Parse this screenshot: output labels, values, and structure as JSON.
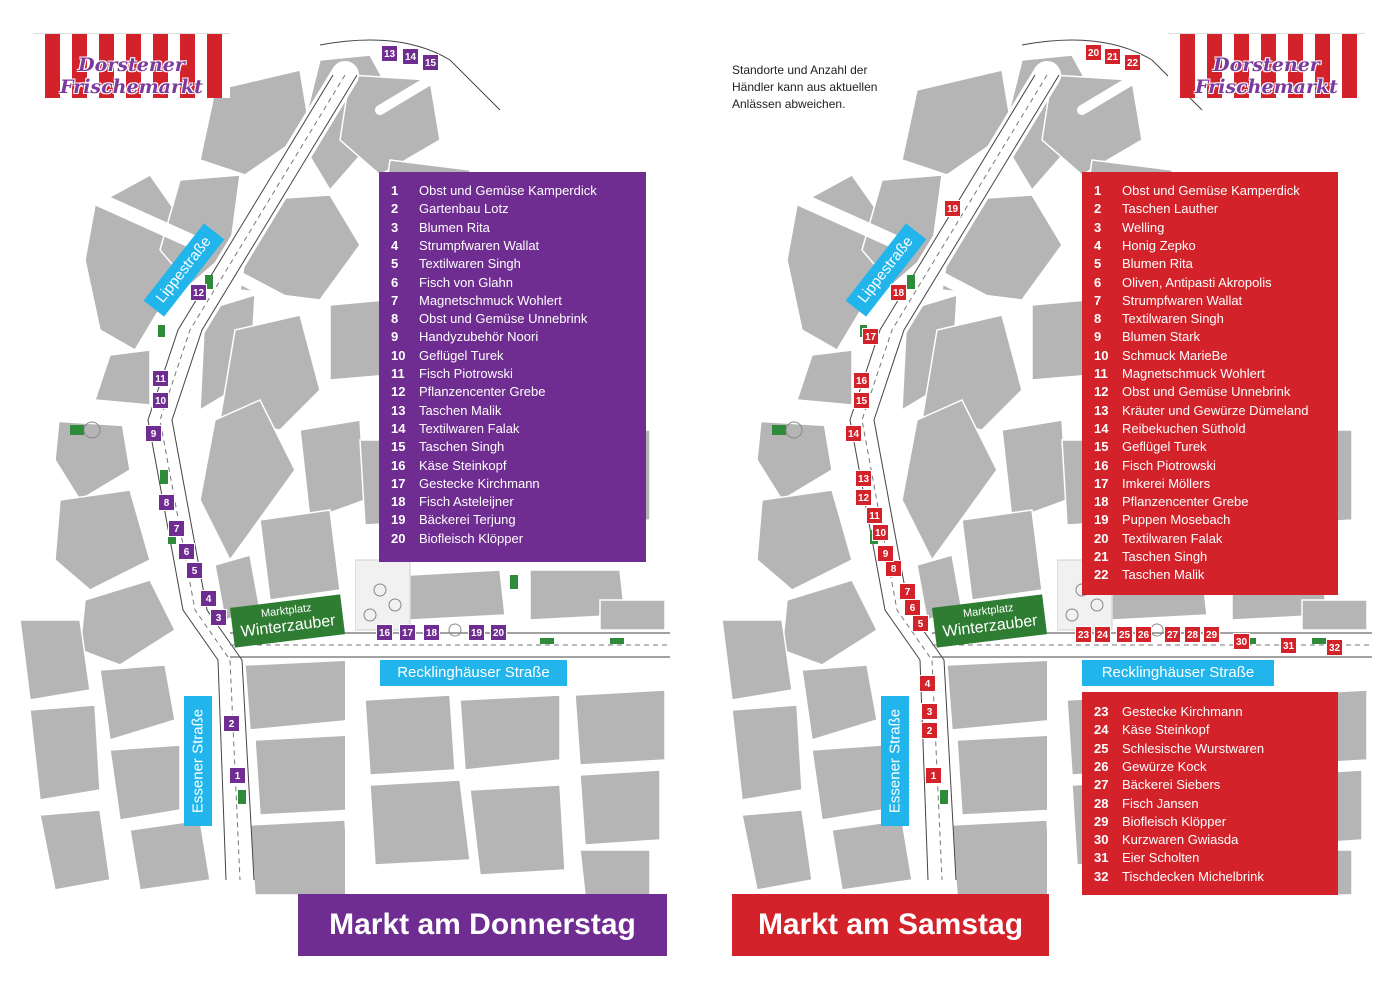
{
  "logo_text": "Dorstener Frischemarkt",
  "colors": {
    "purple": "#6f2c91",
    "red": "#d3222a",
    "street_blue": "#22b5ec",
    "plaza_green": "#2e7d32",
    "building_grey": "#b4b4b4"
  },
  "thursday": {
    "title": "Markt am Donnerstag",
    "streets": {
      "lippe": "Lippestraße",
      "essener": "Essener Straße",
      "recklinghauser": "Recklinghäuser Straße"
    },
    "plaza": {
      "line1": "Marktplatz",
      "line2": "Winterzauber"
    },
    "vendors": [
      {
        "num": "1",
        "name": "Obst und Gemüse Kamperdick"
      },
      {
        "num": "2",
        "name": "Gartenbau Lotz"
      },
      {
        "num": "3",
        "name": "Blumen Rita"
      },
      {
        "num": "4",
        "name": "Strumpfwaren Wallat"
      },
      {
        "num": "5",
        "name": "Textilwaren Singh"
      },
      {
        "num": "6",
        "name": "Fisch von Glahn"
      },
      {
        "num": "7",
        "name": "Magnetschmuck Wohlert"
      },
      {
        "num": "8",
        "name": "Obst und Gemüse Unnebrink"
      },
      {
        "num": "9",
        "name": "Handyzubehör Noori"
      },
      {
        "num": "10",
        "name": "Geflügel Turek"
      },
      {
        "num": "11",
        "name": "Fisch Piotrowski"
      },
      {
        "num": "12",
        "name": "Pflanzencenter Grebe"
      },
      {
        "num": "13",
        "name": "Taschen Malik"
      },
      {
        "num": "14",
        "name": "Textilwaren Falak"
      },
      {
        "num": "15",
        "name": "Taschen Singh"
      },
      {
        "num": "16",
        "name": "Käse Steinkopf"
      },
      {
        "num": "17",
        "name": "Gestecke Kirchmann"
      },
      {
        "num": "18",
        "name": "Fisch Asteleijner"
      },
      {
        "num": "19",
        "name": "Bäckerei Terjung"
      },
      {
        "num": "20",
        "name": "Biofleisch Klöpper"
      }
    ]
  },
  "saturday": {
    "title": "Markt am Samstag",
    "note": [
      "Standorte und Anzahl der",
      "Händler kann aus aktuellen",
      "Anlässen abweichen."
    ],
    "streets": {
      "lippe": "Lippestraße",
      "essener": "Essener Straße",
      "recklinghauser": "Recklinghäuser Straße"
    },
    "plaza": {
      "line1": "Marktplatz",
      "line2": "Winterzauber"
    },
    "vendors_a": [
      {
        "num": "1",
        "name": "Obst und Gemüse Kamperdick"
      },
      {
        "num": "2",
        "name": "Taschen Lauther"
      },
      {
        "num": "3",
        "name": "Welling"
      },
      {
        "num": "4",
        "name": "Honig Zepko"
      },
      {
        "num": "5",
        "name": "Blumen Rita"
      },
      {
        "num": "6",
        "name": "Oliven, Antipasti Akropolis"
      },
      {
        "num": "7",
        "name": "Strumpfwaren Wallat"
      },
      {
        "num": "8",
        "name": "Textilwaren Singh"
      },
      {
        "num": "9",
        "name": "Blumen Stark"
      },
      {
        "num": "10",
        "name": "Schmuck MarieBe"
      },
      {
        "num": "11",
        "name": "Magnetschmuck Wohlert"
      },
      {
        "num": "12",
        "name": "Obst und Gemüse Unnebrink"
      },
      {
        "num": "13",
        "name": "Kräuter und Gewürze Dümeland"
      },
      {
        "num": "14",
        "name": "Reibekuchen Süthold"
      },
      {
        "num": "15",
        "name": "Geflügel Turek"
      },
      {
        "num": "16",
        "name": "Fisch Piotrowski"
      },
      {
        "num": "17",
        "name": "Imkerei Möllers"
      },
      {
        "num": "18",
        "name": "Pflanzencenter Grebe"
      },
      {
        "num": "19",
        "name": "Puppen Mosebach"
      },
      {
        "num": "20",
        "name": "Textilwaren Falak"
      },
      {
        "num": "21",
        "name": "Taschen Singh"
      },
      {
        "num": "22",
        "name": "Taschen Malik"
      }
    ],
    "vendors_b": [
      {
        "num": "23",
        "name": "Gestecke Kirchmann"
      },
      {
        "num": "24",
        "name": "Käse Steinkopf"
      },
      {
        "num": "25",
        "name": "Schlesische Wurstwaren"
      },
      {
        "num": "26",
        "name": "Gewürze Kock"
      },
      {
        "num": "27",
        "name": "Bäckerei Siebers"
      },
      {
        "num": "28",
        "name": "Fisch Jansen"
      },
      {
        "num": "29",
        "name": "Biofleisch Klöpper"
      },
      {
        "num": "30",
        "name": "Kurzwaren Gwiasda"
      },
      {
        "num": "31",
        "name": "Eier Scholten"
      },
      {
        "num": "32",
        "name": "Tischdecken Michelbrink"
      }
    ]
  }
}
